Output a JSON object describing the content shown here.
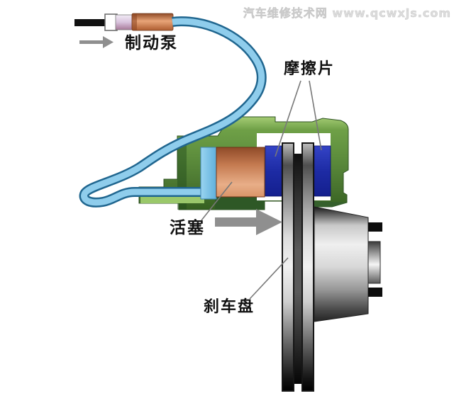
{
  "watermark": {
    "text": "汽车维修技术网 www.qcwxjs.com"
  },
  "diagram": {
    "labels": {
      "brake_pump": "制动泵",
      "friction_pads": "摩擦片",
      "piston": "活塞",
      "brake_disc": "刹车盘"
    },
    "colors": {
      "hose_outline": "#20668F",
      "hose_fill": "#8FCDEC",
      "caliper_green": "#5C8C3C",
      "caliper_green_dark": "#2E5826",
      "caliper_green_light": "#9AC86A",
      "piston_copper": "#C47A50",
      "pad_blue": "#1D2BA4",
      "chamber_blue": "#7CC4E8",
      "disc_silver": "#E8E8E8",
      "hub_silver": "#D8D8D8",
      "arrow_gray": "#8F8F8F",
      "label_text": "#111111",
      "watermark_gray": "#DCDCDC"
    }
  }
}
